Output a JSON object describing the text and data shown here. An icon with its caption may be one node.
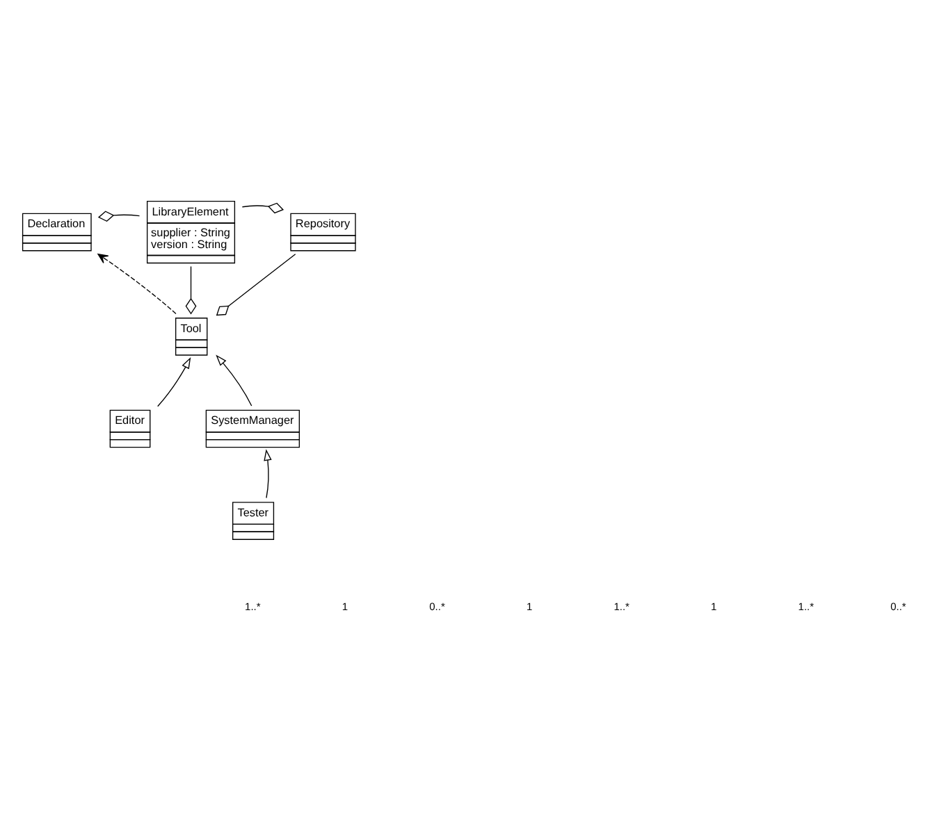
{
  "diagram": {
    "nodes": [
      {
        "text": [
          "Declaration"
        ]
      },
      {
        "text": [
          "LibraryElement",
          "supplier : String",
          "version : String"
        ]
      },
      {
        "text": [
          "Repository"
        ]
      },
      {
        "text": [
          "Tool"
        ]
      },
      {
        "text": [
          "Editor"
        ]
      },
      {
        "text": [
          "SystemManager"
        ]
      },
      {
        "text": [
          "Tester"
        ]
      }
    ],
    "edges": [
      {
        "from": 1,
        "to": 0,
        "arrow": "other"
      },
      {
        "from": 1,
        "to": 2,
        "arrow": "other"
      },
      {
        "from": 3,
        "to": 0,
        "arrow": "to",
        "style": "dashed"
      },
      {
        "from": 1,
        "to": 3,
        "arrow": "other"
      },
      {
        "from": 2,
        "to": 3,
        "arrow": "other"
      },
      {
        "from": 4,
        "to": 3,
        "arrow": "to"
      },
      {
        "from": 5,
        "to": 3,
        "arrow": "to"
      },
      {
        "from": 6,
        "to": 5,
        "arrow": "to"
      }
    ],
    "labels": [
      "1..*",
      "1",
      "0..*",
      "1",
      "1..*",
      "1",
      "1..*",
      "0..*"
    ]
  }
}
